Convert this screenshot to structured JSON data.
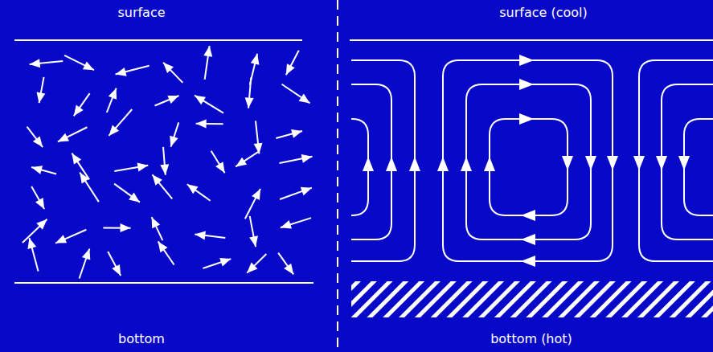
{
  "diagram": {
    "labels": [
      "surface",
      "bottom",
      "surface (cool)",
      "bottom (hot)"
    ]
  }
}
